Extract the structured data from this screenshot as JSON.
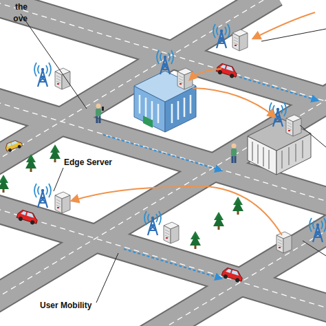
{
  "diagram": {
    "labels": [
      "the ove",
      "Edge Server",
      "User Mobility"
    ]
  }
}
